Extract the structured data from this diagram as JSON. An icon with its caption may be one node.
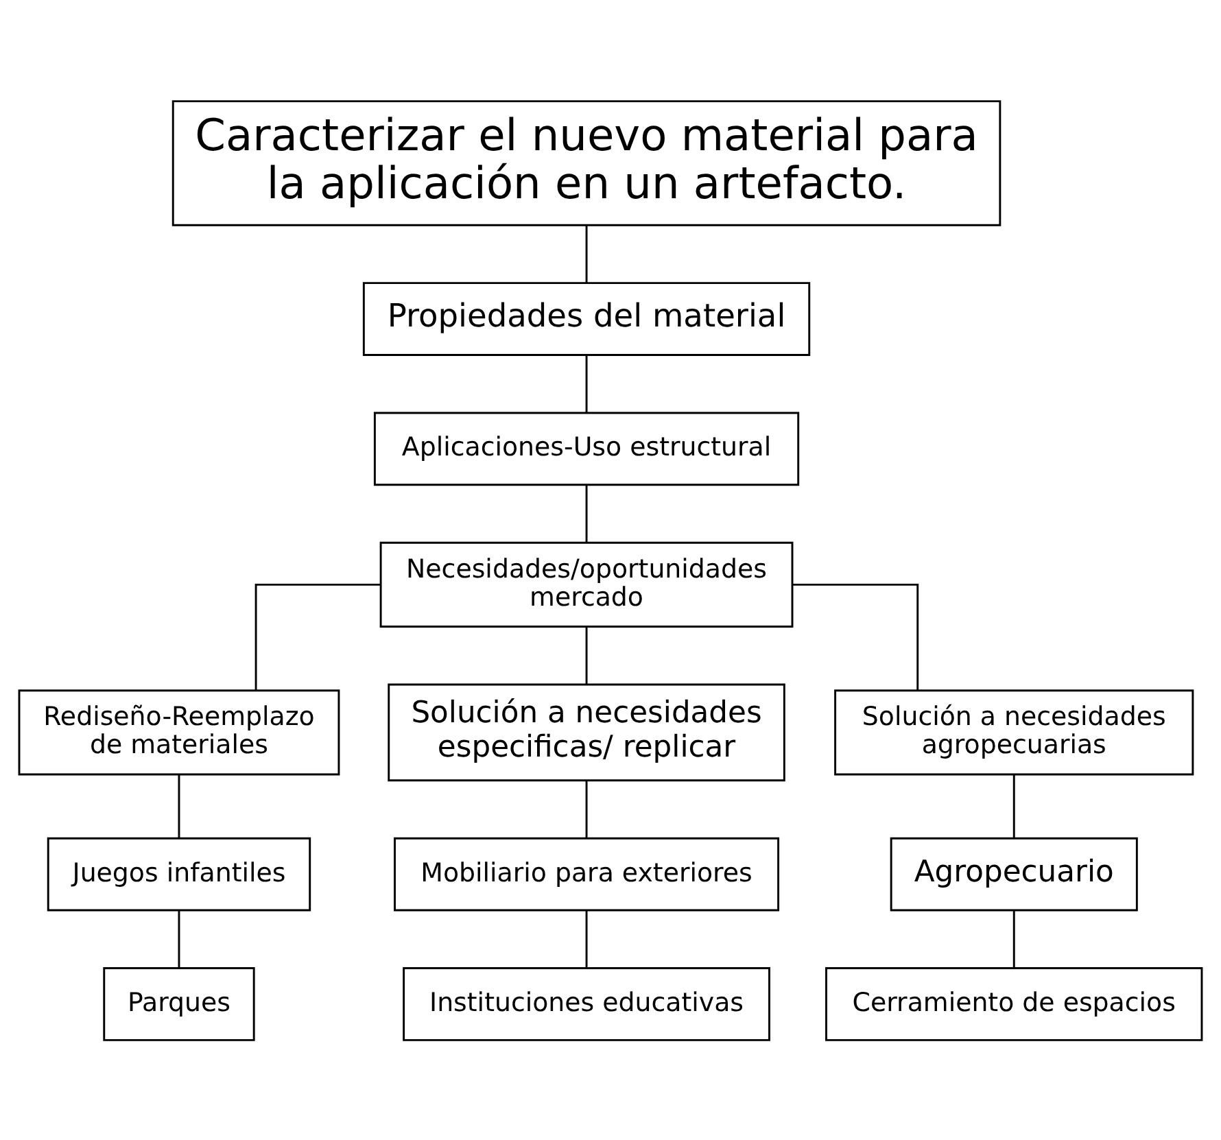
{
  "diagram": {
    "nodes": [
      {
        "text": [
          "Caracterizar el nuevo material para la aplicación en un artefacto."
        ]
      },
      {
        "text": [
          "Propiedades del material"
        ]
      },
      {
        "text": [
          "Aplicaciones-Uso estructural"
        ]
      },
      {
        "text": [
          "Necesidades/oportunidades mercado"
        ]
      },
      {
        "text": [
          "Rediseño-Reemplazo de materiales"
        ]
      },
      {
        "text": [
          "Solución a necesidades especificas/ replicar"
        ]
      },
      {
        "text": [
          "Solución a necesidades agropecuarias"
        ]
      },
      {
        "text": [
          "Juegos infantiles"
        ]
      },
      {
        "text": [
          "Mobiliario para exteriores"
        ]
      },
      {
        "text": [
          "Agropecuario"
        ]
      },
      {
        "text": [
          "Parques"
        ]
      },
      {
        "text": [
          "Instituciones educativas"
        ]
      },
      {
        "text": [
          "Cerramiento de espacios"
        ]
      }
    ],
    "edges": [
      {
        "from": 0,
        "to": 1,
        "arrow": "none"
      },
      {
        "from": 1,
        "to": 2,
        "arrow": "none"
      },
      {
        "from": 2,
        "to": 3,
        "arrow": "none"
      },
      {
        "from": 3,
        "to": 4,
        "arrow": "none"
      },
      {
        "from": 3,
        "to": 5,
        "arrow": "none"
      },
      {
        "from": 3,
        "to": 6,
        "arrow": "none"
      },
      {
        "from": 4,
        "to": 7,
        "arrow": "none"
      },
      {
        "from": 5,
        "to": 8,
        "arrow": "none"
      },
      {
        "from": 6,
        "to": 9,
        "arrow": "none"
      },
      {
        "from": 7,
        "to": 10,
        "arrow": "none"
      },
      {
        "from": 8,
        "to": 11,
        "arrow": "none"
      },
      {
        "from": 9,
        "to": 12,
        "arrow": "none"
      }
    ]
  }
}
